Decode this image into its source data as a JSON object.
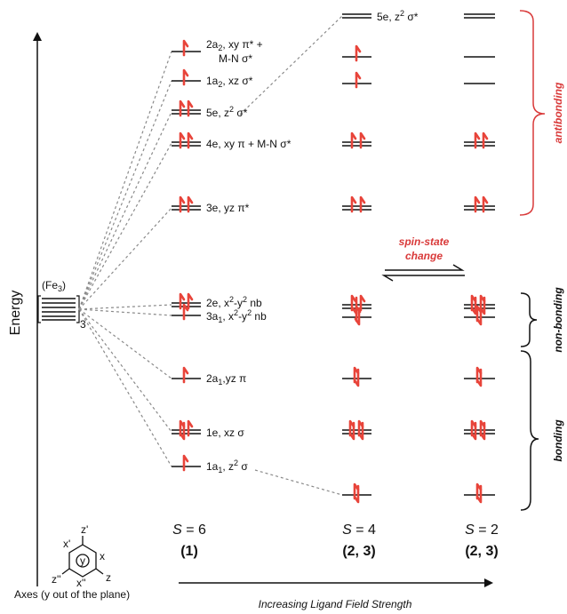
{
  "energy_axis": {
    "label": "Energy"
  },
  "fe3_label": "(Fe",
  "fe3_sub": "3",
  "fe3_close": ")",
  "fe3_bracket_sub": "3",
  "orbitals": {
    "a2_line1": "2a",
    "a2_sub": "2",
    "a2_rest": ", xy π* +",
    "a2_line2": "M-N σ*",
    "a1_1a2_pre": "1a",
    "a1_1a2_sub": "2",
    "a1_1a2_rest": ", xz σ*",
    "e5_pre": "5e, z",
    "e5_sup": "2",
    "e5_rest": " σ*",
    "e4": "4e, xy π + M-N σ*",
    "e3": "3e, yz π*",
    "e2_pre": "2e, x",
    "e2_sup1": "2",
    "e2_mid": "-y",
    "e2_sup2": "2",
    "e2_rest": " nb",
    "a3_pre": "3a",
    "a3_sub": "1",
    "a3_mid": ", x",
    "a3_sup1": "2",
    "a3_mid2": "-y",
    "a3_sup2": "2",
    "a3_rest": " nb",
    "a2a1_pre": "2a",
    "a2a1_sub": "1",
    "a2a1_rest": ",yz π",
    "e1": "1e, xz σ",
    "a1a1_pre": "1a",
    "a1a1_sub": "1",
    "a1a1_mid": ", z",
    "a1a1_sup": "2",
    "a1a1_rest": " σ"
  },
  "top_right_label": {
    "pre": "5e, z",
    "sup": "2",
    "rest": " σ*"
  },
  "region_labels": {
    "antibonding": "antibonding",
    "non_bonding": "non-bonding",
    "bonding": "bonding"
  },
  "spin_change": {
    "line1": "spin-state",
    "line2": "change"
  },
  "spin_states": [
    {
      "s_label": "S",
      "eq": " = 6",
      "compound": "(1)"
    },
    {
      "s_label": "S",
      "eq": " = 4",
      "compound": "(2, 3)"
    },
    {
      "s_label": "S",
      "eq": " = 2",
      "compound": "(2, 3)"
    }
  ],
  "axes_caption": "Axes (y out of the plane)",
  "axes_labels": {
    "z_top": "z'",
    "x_top": "x'",
    "x_right": "x",
    "z_right": "z",
    "z_bot": "z''",
    "x_bot": "x''",
    "y_center": "y"
  },
  "ligand_field": {
    "label": "Increasing Ligand Field Strength"
  },
  "colors": {
    "electron": "#e8443a",
    "label_red": "#d93a3a",
    "line": "#111111",
    "dash": "#8a8a8a"
  }
}
